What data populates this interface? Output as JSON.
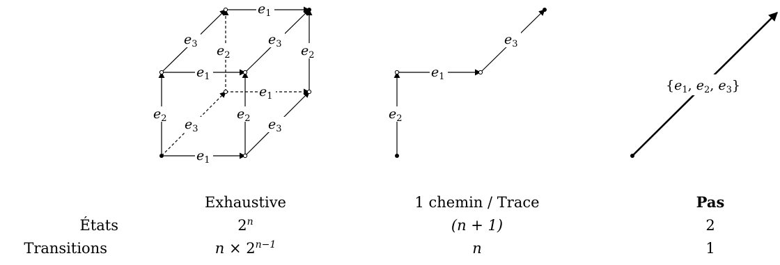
{
  "diagrams": {
    "cube": {
      "edge_labels": {
        "top_back": "e1",
        "top_left": "e3",
        "top_right": "e3",
        "back_vertical": "e2",
        "right_vertical": "e2",
        "middle_front": "e1",
        "hidden_horizontal": "e1",
        "left_vertical": "e2",
        "hidden_diagonal": "e3",
        "front_vertical": "e2",
        "bottom_right": "e3",
        "bottom_front": "e1"
      }
    },
    "path": {
      "edge_labels": {
        "vertical": "e2",
        "horizontal": "e1",
        "diagonal": "e3"
      }
    },
    "step": {
      "label": "{e1, e2, e3}"
    }
  },
  "table": {
    "row_labels": [
      "États",
      "Transitions"
    ],
    "columns": [
      {
        "header": "Exhaustive",
        "states": "2^n",
        "transitions": "n × 2^(n−1)"
      },
      {
        "header": "1 chemin / Trace",
        "states": "(n + 1)",
        "transitions": "n"
      },
      {
        "header": "Pas",
        "states": "2",
        "transitions": "1"
      }
    ]
  }
}
